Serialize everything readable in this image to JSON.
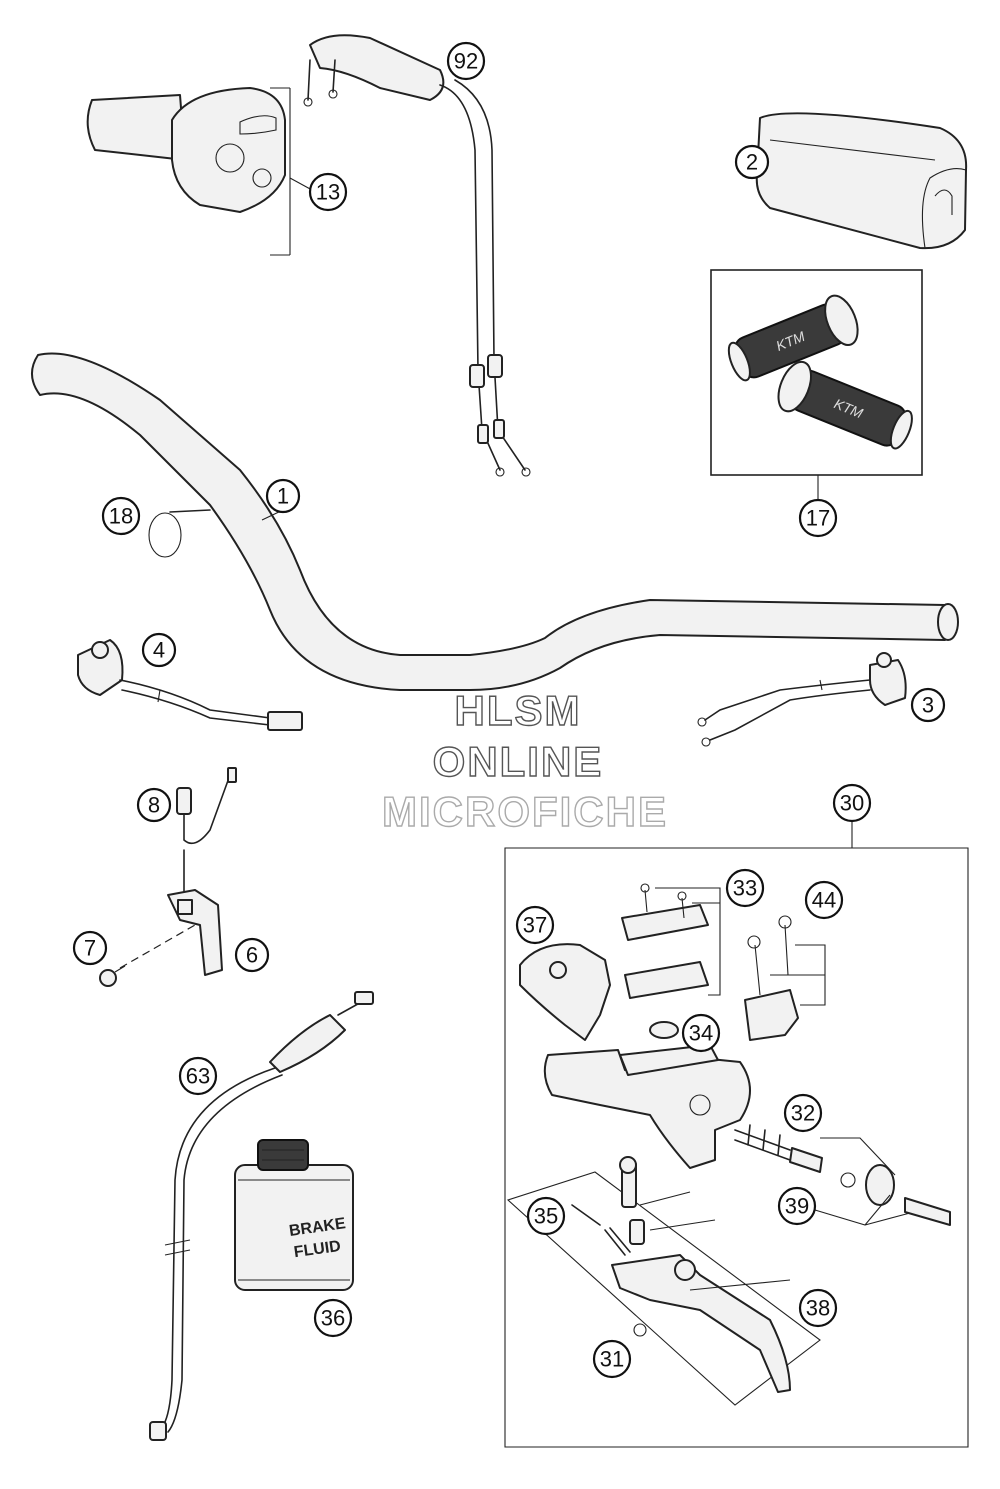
{
  "watermark": {
    "line1": "HLSM",
    "line2": "ONLINE",
    "line3": "MICROFICHE"
  },
  "bottle_label": {
    "line1": "BRAKE",
    "line2": "FLUID"
  },
  "callouts": {
    "c1": "1",
    "c2": "2",
    "c3": "3",
    "c4": "4",
    "c6": "6",
    "c7": "7",
    "c8": "8",
    "c13": "13",
    "c17": "17",
    "c18": "18",
    "c30": "30",
    "c31": "31",
    "c32": "32",
    "c33": "33",
    "c34": "34",
    "c35": "35",
    "c36": "36",
    "c37": "37",
    "c38": "38",
    "c39": "39",
    "c44": "44",
    "c63": "63",
    "c92": "92"
  },
  "colors": {
    "line": "#222222",
    "fill": "#f2f2f2",
    "grip": "#3a3a3a",
    "background": "#ffffff"
  }
}
